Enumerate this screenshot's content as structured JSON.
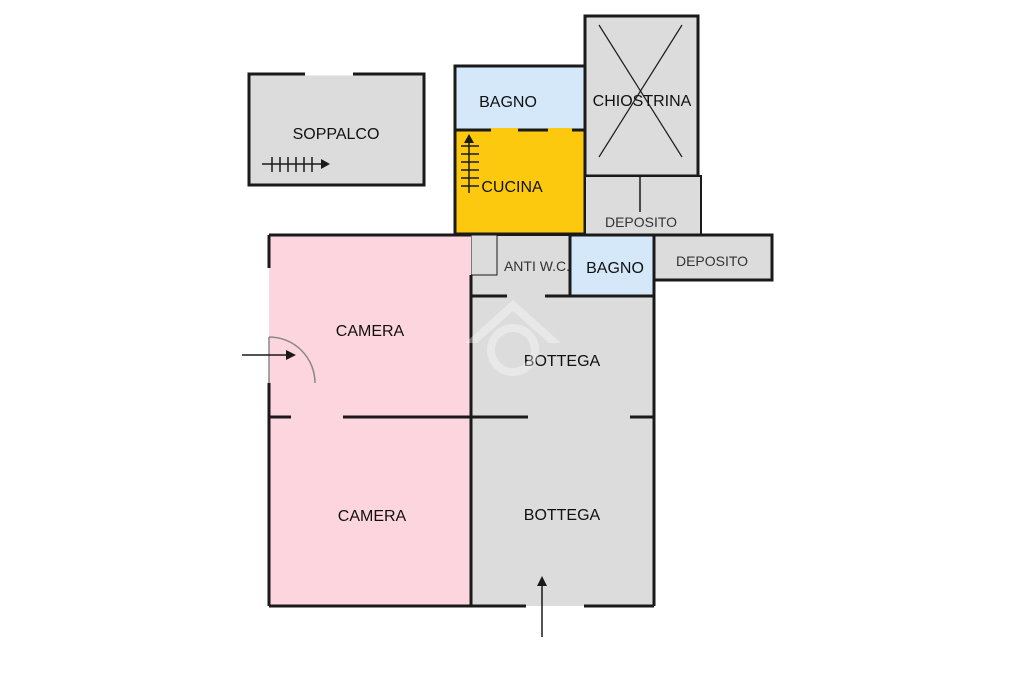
{
  "colors": {
    "bedroom": "#fdd5de",
    "bathroom": "#d4e8fa",
    "kitchen": "#fdc90f",
    "service": "#dcdcdc",
    "wall": "#1a1a1a",
    "watermark": "#ffffff"
  },
  "rooms": {
    "soppalco": "SOPPALCO",
    "bagno_top": "BAGNO",
    "chiostrina": "CHIOSTRINA",
    "cucina": "CUCINA",
    "deposito_1": "DEPOSITO",
    "deposito_2": "DEPOSITO",
    "anti_wc": "ANTI W.C.",
    "bagno_small": "BAGNO",
    "camera_1": "CAMERA",
    "camera_2": "CAMERA",
    "bottega_1": "BOTTEGA",
    "bottega_2": "BOTTEGA"
  },
  "icons": {
    "stair": "stair-icon",
    "entrance": "entrance-arrow-icon",
    "watermark": "home-logo-icon"
  }
}
